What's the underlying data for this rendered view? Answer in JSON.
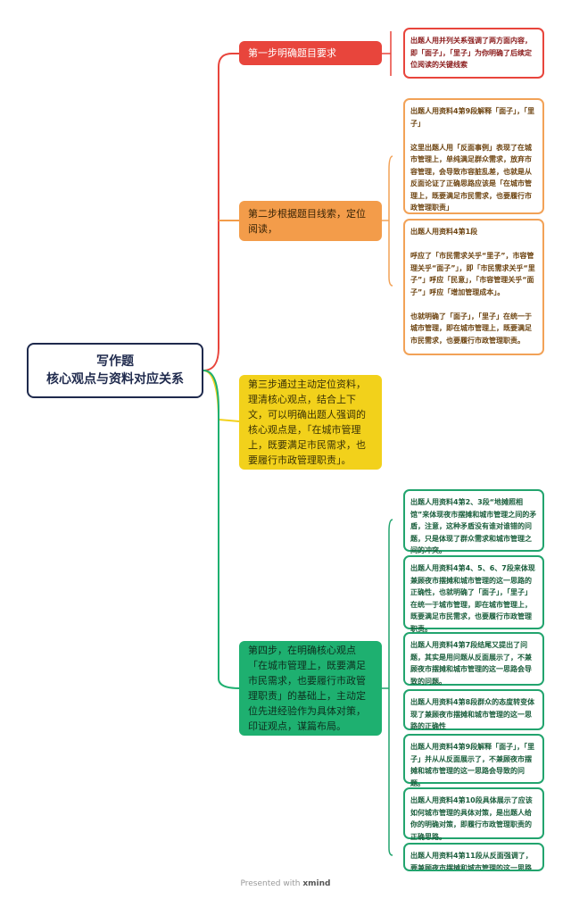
{
  "root": {
    "line1": "写作题",
    "line2": "核心观点与资料对应关系"
  },
  "steps": [
    {
      "label": "第一步明确题目要求",
      "color": "#e8453c"
    },
    {
      "label": "第二步根据题目线索，定位阅读，",
      "color": "#f39c4a"
    },
    {
      "label": "第三步通过主动定位资料，理清核心观点，结合上下文，可以明确出题人强调的核心观点是，「在城市管理上，既要满足市民需求，也要履行市政管理职责」。",
      "color": "#f2d11b"
    },
    {
      "label": "第四步，在明确核心观点「在城市管理上，既要满足市民需求，也要履行市政管理职责」的基础上，主动定位先进经验作为具体对策，印证观点，谋篇布局。",
      "color": "#1eb070"
    }
  ],
  "leaves": {
    "step1": [
      "出题人用并列关系强调了两方面内容，即「面子」，「里子」为你明确了后续定位阅读的关键线索"
    ],
    "step2": [
      "出题人用资料4第9段解释「面子」，「里子」\n\n这里出题人用「反面事例」表现了在城市管理上，单纯满足群众需求，放弃市容管理，会导致市容脏乱差，也就是从反面论证了正确思路应该是「在城市管理上，既要满足市民需求，也要履行市政管理职责」",
      "出题人用资料4第1段\n\n呼应了「市民需求关乎“里子”，市容管理关乎“面子”」，即「市民需求关乎“里子”」呼应「民意」，「市容管理关乎“面子”」呼应「增加管理成本」。\n\n也就明确了「面子」，「里子」在统一于城市管理，即在城市管理上，既要满足市民需求，也要履行市政管理职责。"
    ],
    "step4": [
      "出题人用资料4第2、3段“地摊照相馆”来体现夜市摆摊和城市管理之间的矛盾，注意，这种矛盾没有谁对谁错的问题，只是体现了群众需求和城市管理之间的冲突。",
      "出题人用资料4第4、5、6、7段来体现兼顾夜市摆摊和城市管理的这一思路的正确性，也就明确了「面子」，「里子」在统一于城市管理，即在城市管理上，既要满足市民需求，也要履行市政管理职责。",
      "出题人用资料4第7段结尾又提出了问题，其实是用问题从反面展示了，不兼顾夜市摆摊和城市管理的这一思路会导致的问题。",
      "出题人用资料4第8段群众的态度转变体现了兼顾夜市摆摊和城市管理的这一思路的正确性",
      "出题人用资料4第9段解释「面子」，「里子」并从从反面展示了，不兼顾夜市摆摊和城市管理的这一思路会导致的问题。",
      "出题人用资料4第10段具体展示了应该如何城市管理的具体对策，是出题人给你的明确对策，即履行市政管理职责的正确思路。",
      "出题人用资料4第11段从反面强调了，要兼顾夜市摆摊和城市管理的这一思路"
    ]
  },
  "footer": {
    "prefix": "Presented with",
    "brand": "xmind"
  }
}
